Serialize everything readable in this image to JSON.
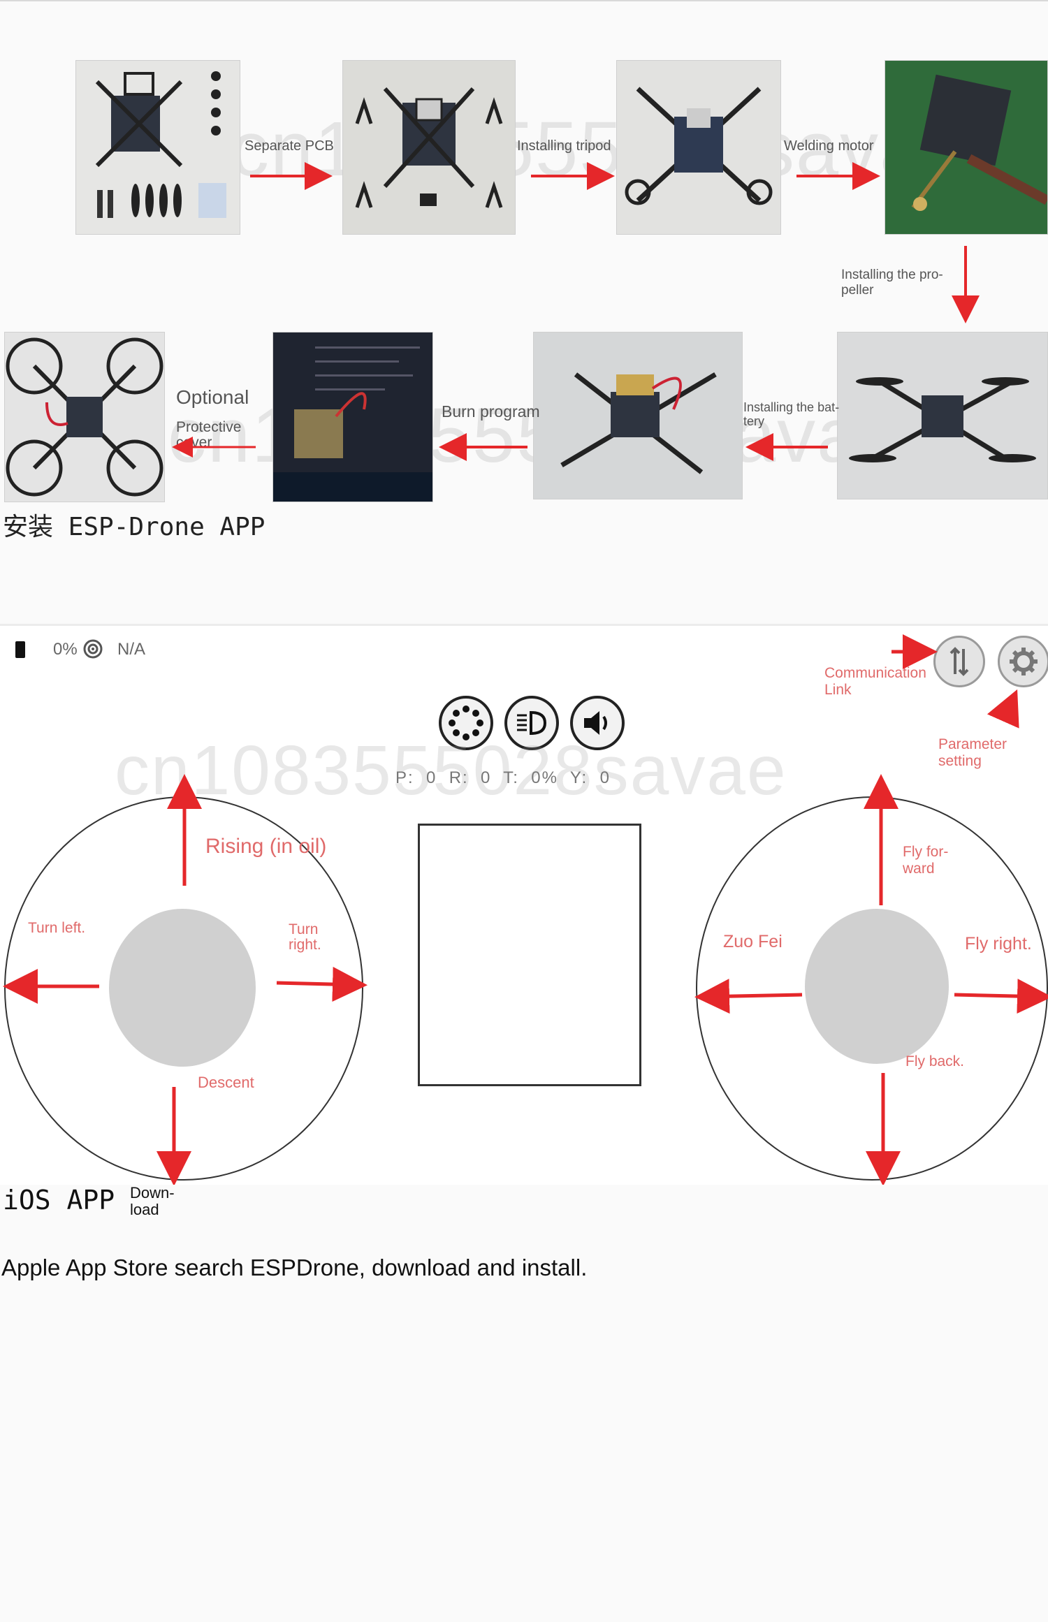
{
  "steps": {
    "separate_pcb": "Separate PCB",
    "installing_tripod": "Installing tripod",
    "welding_motor": "Welding motor",
    "installing_propeller": "Installing the pro-\npeller",
    "installing_battery": "Installing the bat-\ntery",
    "burn_program": "Burn program",
    "optional": "Optional",
    "protective_cover": "Protective\ncover"
  },
  "watermark": "cn1083555028savae",
  "headings": {
    "install_app": "安装 ESP-Drone  APP",
    "ios_app": "iOS  APP",
    "download": "Down-\nload"
  },
  "app_ui": {
    "status": {
      "battery_percent": "0%",
      "signal": "N/A"
    },
    "telemetry": "P:  0  R:  0  T:  0%  Y:  0",
    "labels": {
      "communication_link": "Communication\nLink",
      "parameter_setting": "Parameter\nsetting",
      "rising": "Rising (in oil)",
      "turn_left": "Turn left.",
      "turn_right": "Turn\nright.",
      "descent": "Descent",
      "fly_forward": "Fly for-\nward",
      "zuo_fei": "Zuo Fei",
      "fly_right": "Fly right.",
      "fly_back": "Fly back."
    }
  },
  "instruction": "Apple App Store search ESPDrone, download and install.",
  "colors": {
    "arrow": "#e5272a",
    "label": "#e06a6a",
    "joystick": "#d0d0d0"
  },
  "icons": [
    "battery-icon",
    "signal-icon",
    "link-icon",
    "gear-icon",
    "spinner-icon",
    "headlight-icon",
    "speaker-icon"
  ]
}
